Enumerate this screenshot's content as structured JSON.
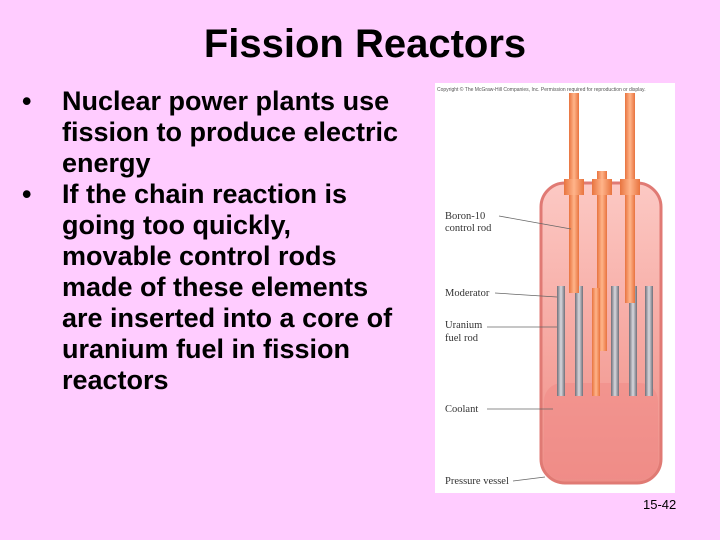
{
  "slide": {
    "title": "Fission Reactors",
    "bullets": [
      "Nuclear power plants use fission to produce electric energy",
      "If the chain reaction is going too quickly, movable control rods made of these elements are inserted into a core of uranium fuel in fission reactors"
    ],
    "bullet_glyph": "•",
    "slide_number": "15-42"
  },
  "figure": {
    "copyright": "Copyright © The McGraw-Hill Companies, Inc. Permission required for reproduction or display.",
    "labels": {
      "control_rod_line1": "Boron-10",
      "control_rod_line2": "control rod",
      "moderator": "Moderator",
      "fuel_rod_line1": "Uranium",
      "fuel_rod_line2": "fuel rod",
      "coolant": "Coolant",
      "pressure_vessel": "Pressure vessel"
    },
    "colors": {
      "vessel_fill": "#f6a8a2",
      "coolant_fill": "#f08a86",
      "rod_orange": "#f2895a",
      "rod_gray": "#9a9aa2",
      "vessel_stroke": "#e07a74"
    }
  }
}
